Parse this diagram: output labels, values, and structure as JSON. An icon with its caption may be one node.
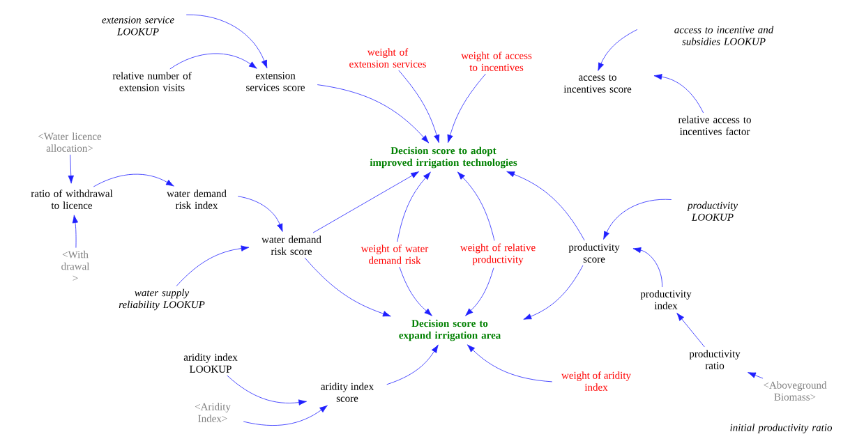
{
  "diagram": {
    "nodes": [
      {
        "text": [
          "extension service LOOKUP"
        ]
      },
      {
        "text": [
          "relative number of extension visits"
        ]
      },
      {
        "text": [
          "extension services score"
        ]
      },
      {
        "text": [
          "weight of extension services"
        ]
      },
      {
        "text": [
          "weight of access to incentives"
        ]
      },
      {
        "text": [
          "access to incentive and subsidies LOOKUP"
        ]
      },
      {
        "text": [
          "access to incentives score"
        ]
      },
      {
        "text": [
          "relative access to incentives factor"
        ]
      },
      {
        "text": [
          "Decision score to adopt improved irrigation technologies"
        ]
      },
      {
        "text": [
          "<Water licence allocation>"
        ]
      },
      {
        "text": [
          "ratio of withdrawal to licence"
        ]
      },
      {
        "text": [
          "water demand risk index"
        ]
      },
      {
        "text": [
          "water demand risk score"
        ]
      },
      {
        "text": [
          "weight of water demand risk"
        ]
      },
      {
        "text": [
          "weight of relative productivity"
        ]
      },
      {
        "text": [
          "productivity LOOKUP"
        ]
      },
      {
        "text": [
          "productivity score"
        ]
      },
      {
        "text": [
          "<With drawal >"
        ]
      },
      {
        "text": [
          "water supply reliability LOOKUP"
        ]
      },
      {
        "text": [
          "productivity index"
        ]
      },
      {
        "text": [
          "Decision score to expand irrigation area"
        ]
      },
      {
        "text": [
          "aridity index LOOKUP"
        ]
      },
      {
        "text": [
          "productivity ratio"
        ]
      },
      {
        "text": [
          "aridity index score"
        ]
      },
      {
        "text": [
          "weight of aridity index"
        ]
      },
      {
        "text": [
          "<Aridity Index>"
        ]
      },
      {
        "text": [
          "<Aboveground Biomass>"
        ]
      }
    ],
    "edges": [
      {
        "from": 0,
        "to": 2,
        "arrow": "to"
      },
      {
        "from": 1,
        "to": 2,
        "arrow": "to"
      },
      {
        "from": 2,
        "to": 8,
        "arrow": "to"
      },
      {
        "from": 3,
        "to": 8,
        "arrow": "to"
      },
      {
        "from": 4,
        "to": 8,
        "arrow": "to"
      },
      {
        "from": 5,
        "to": 6,
        "arrow": "to"
      },
      {
        "from": 7,
        "to": 6,
        "arrow": "to"
      },
      {
        "from": 9,
        "to": 10,
        "arrow": "to"
      },
      {
        "from": 17,
        "to": 10,
        "arrow": "to"
      },
      {
        "from": 10,
        "to": 11,
        "arrow": "to"
      },
      {
        "from": 11,
        "to": 12,
        "arrow": "to"
      },
      {
        "from": 12,
        "to": 8,
        "arrow": "to"
      },
      {
        "from": 12,
        "to": 20,
        "arrow": "to"
      },
      {
        "from": 18,
        "to": 12,
        "arrow": "to"
      },
      {
        "from": 13,
        "to": 8,
        "arrow": "to"
      },
      {
        "from": 13,
        "to": 20,
        "arrow": "to"
      },
      {
        "from": 14,
        "to": 8,
        "arrow": "to"
      },
      {
        "from": 14,
        "to": 20,
        "arrow": "to"
      },
      {
        "from": 16,
        "to": 8,
        "arrow": "to"
      },
      {
        "from": 16,
        "to": 20,
        "arrow": "to"
      },
      {
        "from": 15,
        "to": 16,
        "arrow": "to"
      },
      {
        "from": 19,
        "to": 16,
        "arrow": "to"
      },
      {
        "from": 22,
        "to": 19,
        "arrow": "to"
      },
      {
        "from": 26,
        "to": 22,
        "arrow": "to"
      },
      {
        "from": 21,
        "to": 23,
        "arrow": "to"
      },
      {
        "from": 25,
        "to": 23,
        "arrow": "to"
      },
      {
        "from": 23,
        "to": 20,
        "arrow": "to"
      },
      {
        "from": 24,
        "to": 20,
        "arrow": "to"
      }
    ],
    "labels": [
      "initial productivity ratio"
    ]
  }
}
